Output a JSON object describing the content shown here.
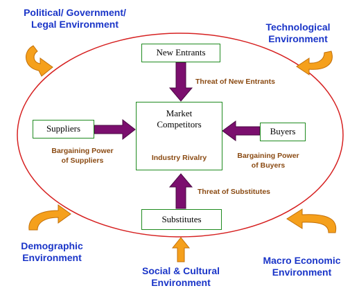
{
  "environments": {
    "political": {
      "line1": "Political/ Government/",
      "line2": "Legal Environment"
    },
    "technological": {
      "line1": "Technological",
      "line2": "Environment"
    },
    "demographic": {
      "line1": "Demographic",
      "line2": "Environment"
    },
    "social": {
      "line1": "Social & Cultural",
      "line2": "Environment"
    },
    "macro": {
      "line1": "Macro Economic",
      "line2": "Environment"
    }
  },
  "boxes": {
    "new_entrants": "New Entrants",
    "suppliers": "Suppliers",
    "buyers": "Buyers",
    "substitutes": "Substitutes",
    "market_competitors": {
      "line1": "Market",
      "line2": "Competitors"
    },
    "industry_rivalry": "Industry Rivalry"
  },
  "forces": {
    "threat_new_entrants": "Threat of New Entrants",
    "threat_substitutes": "Threat of Substitutes",
    "supplier_power": {
      "line1": "Bargaining Power",
      "line2": "of Suppliers"
    },
    "buyer_power": {
      "line1": "Bargaining Power",
      "line2": "of Buyers"
    }
  },
  "colors": {
    "environment_text": "#1a35c8",
    "ellipse": "#d62020",
    "box_border": "#1e8a1e",
    "force_arrow": "#7b0f6e",
    "force_text": "#8a4a12",
    "env_arrow": "#f5a01c",
    "env_arrow_edge": "#c26f08"
  }
}
